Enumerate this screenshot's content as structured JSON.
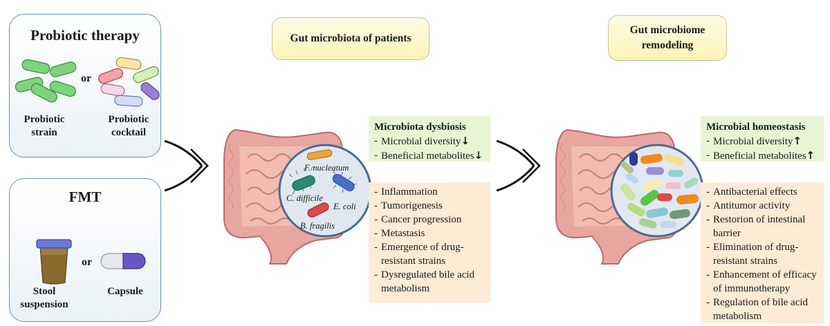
{
  "probiotic": {
    "title": "Probiotic therapy",
    "or": "or",
    "strain_label": "Probiotic\nstrain",
    "cocktail_label": "Probiotic\ncocktail"
  },
  "fmt": {
    "title": "FMT",
    "or": "or",
    "stool_label": "Stool\nsuspension",
    "capsule_label": "Capsule"
  },
  "patients": {
    "header": "Gut microbiota of patients",
    "dysbiosis": {
      "title": "Microbiota dysbiosis",
      "items": [
        "Microbial diversity",
        "Beneficial metabolites"
      ]
    },
    "bacteria": [
      "F. nucleatum",
      "C. difficile",
      "E. coli",
      "B. fragilis"
    ],
    "effects": [
      "Inflammation",
      "Tumorigenesis",
      "Cancer progression",
      "Metastasis",
      "Emergence of drug-resistant strains",
      "Dysregulated bile acid metabolism"
    ]
  },
  "remodeling": {
    "header": "Gut microbiome remodeling",
    "homeostasis": {
      "title": "Microbial homeostasis",
      "items": [
        "Microbial diversity",
        "Beneficial metabolites"
      ]
    },
    "effects": [
      "Antibacterial effects",
      "Antitumor activity",
      "Restorion of intestinal barrier",
      "Elimination of drug-resistant strains",
      "Enhancement of efficacy of immunotherapy",
      "Regulation of bile acid metabolism"
    ]
  },
  "colors": {
    "panel_border": "#6b8fb5",
    "header_fill": "#fdf3b5",
    "green_box": "#e8f5d4",
    "orange_box": "#fdebd6",
    "probiotic_green": "#6fcf6f"
  }
}
